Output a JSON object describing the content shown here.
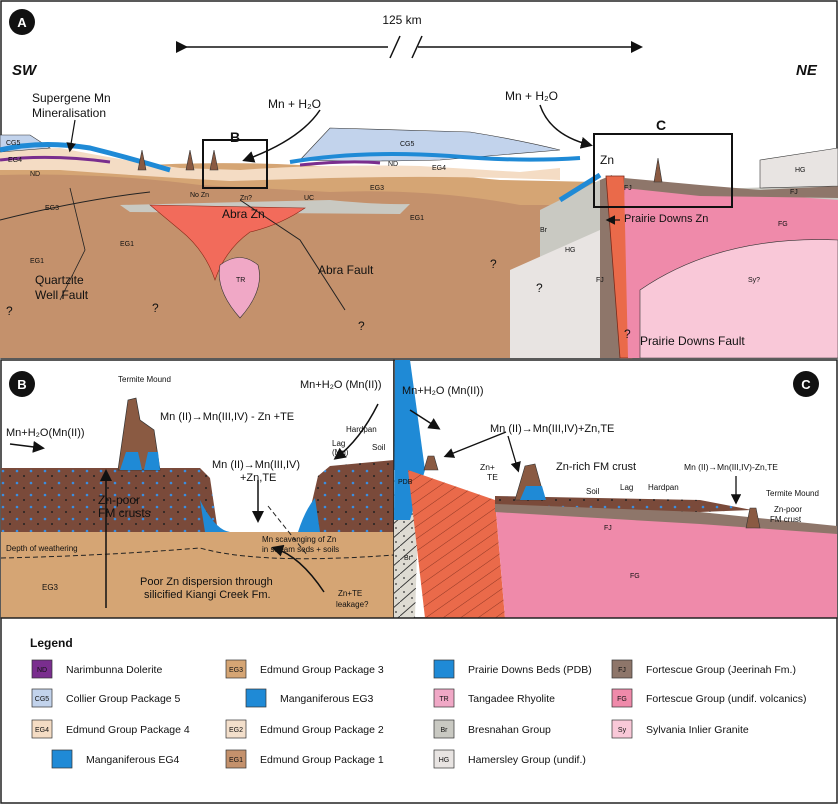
{
  "panels": {
    "a": {
      "letter": "A",
      "scale": "125 km",
      "sw": "SW",
      "ne": "NE",
      "labels": {
        "supergene1": "Supergene Mn",
        "supergene2": "Mineralisation",
        "mn_h2o_left": "Mn + H₂O",
        "mn_h2o_right": "Mn + H₂O",
        "zn": "Zn",
        "abra_zn": "Abra Zn",
        "no_zn": "No Zn",
        "zn_q": "Zn?",
        "uc": "UC",
        "nd_left": "ND",
        "nd_right": "ND",
        "qwf1": "Quartzite",
        "qwf2": "Well Fault",
        "abra_fault": "Abra Fault",
        "prairie_zn": "Prairie Downs Zn",
        "prairie_fault": "Prairie Downs Fault",
        "inset_b": "B",
        "inset_c": "C",
        "q": "?"
      },
      "units": {
        "cg5a": "CG5",
        "cg5b": "CG5",
        "eg4a": "EG4",
        "eg4b": "EG4",
        "eg3a": "EG3",
        "eg3b": "EG3",
        "eg1a": "EG1",
        "eg1b": "EG1",
        "eg1c": "EG1",
        "tr": "TR",
        "br": "Br",
        "hg1": "HG",
        "hg2": "HG",
        "fj1": "FJ",
        "fj2": "FJ",
        "fj3": "FJ",
        "fg": "FG",
        "sy": "Sy?"
      }
    },
    "b": {
      "letter": "B",
      "termite": "Termite Mound",
      "mn_h2o_l": "Mn+H₂O(Mn(II))",
      "mn_h2o_r": "Mn+H₂O  (Mn(II))",
      "rxn1": "Mn (II)→Mn(III,IV) - Zn +TE",
      "rxn2a": "Mn (II)→Mn(III,IV)",
      "rxn2b": "+Zn,TE",
      "lag": "Lag",
      "lag_mn": "(Mn)",
      "hardpan": "Hardpan",
      "soil": "Soil",
      "znpoor1": "Zn-poor",
      "znpoor2": "FM crusts",
      "weathering": "Depth of weathering",
      "eg3": "EG3",
      "scav1": "Mn scavenging of Zn",
      "scav2": "in stream seds + soils",
      "disp1": "Poor Zn dispersion through",
      "disp2": "silicified Kiangi Creek Fm.",
      "leak1": "Zn+TE",
      "leak2": "leakage?"
    },
    "c": {
      "letter": "C",
      "mn_h2o": "Mn+H₂O (Mn(II))",
      "rxn1": "Mn (II)→Mn(III,IV)+Zn,TE",
      "rxn2": "Mn (II)→Mn(III,IV)-Zn,TE",
      "zn_te1": "Zn+",
      "zn_te2": "TE",
      "znrich": "Zn-rich FM crust",
      "soil": "Soil",
      "lag": "Lag",
      "hardpan": "Hardpan",
      "termite": "Termite Mound",
      "znpoor1": "Zn-poor",
      "znpoor2": "FM crust",
      "pdb": "PDB",
      "br": "Br",
      "fj": "FJ",
      "fg": "FG"
    }
  },
  "legend": {
    "title": "Legend",
    "items": [
      {
        "code": "ND",
        "label": "Narimbunna Dolerite",
        "color": "#7a2e8e"
      },
      {
        "code": "CG5",
        "label": "Collier Group Package 5",
        "color": "#c2d3ec"
      },
      {
        "code": "EG4",
        "label": "Edmund Group Package 4",
        "color": "#f4dcc4"
      },
      {
        "code": "",
        "label": "Manganiferous EG4",
        "color": "#1f8ad6"
      },
      {
        "code": "EG3",
        "label": "Edmund Group Package 3",
        "color": "#d5a574"
      },
      {
        "code": "",
        "label": "Manganiferous EG3",
        "color": "#1f8ad6"
      },
      {
        "code": "EG2",
        "label": "Edmund Group Package 2",
        "color": "#f3dfcb"
      },
      {
        "code": "EG1",
        "label": "Edmund Group Package 1",
        "color": "#c4916c"
      },
      {
        "code": "",
        "label": "Prairie Downs Beds (PDB)",
        "color": "#1f8ad6"
      },
      {
        "code": "TR",
        "label": "Tangadee Rhyolite",
        "color": "#f0a8c6"
      },
      {
        "code": "Br",
        "label": "Bresnahan Group",
        "color": "#c9c9c2"
      },
      {
        "code": "HG",
        "label": "Hamersley Group (undif.)",
        "color": "#e8e4e2"
      },
      {
        "code": "FJ",
        "label": "Fortescue Group (Jeerinah Fm.)",
        "color": "#8e766a"
      },
      {
        "code": "FG",
        "label": "Fortescue Group (undif. volcanics)",
        "color": "#ef8aaa"
      },
      {
        "code": "Sy",
        "label": "Sylvania Inlier Granite",
        "color": "#f9c8d8"
      }
    ]
  },
  "colors": {
    "mn_blue": "#1f8ad6",
    "mound_brown": "#8a5a42",
    "abra_red": "#f26b5b",
    "fault_red": "#ea6a4a",
    "ferru_dots": "#3a8ee0"
  }
}
